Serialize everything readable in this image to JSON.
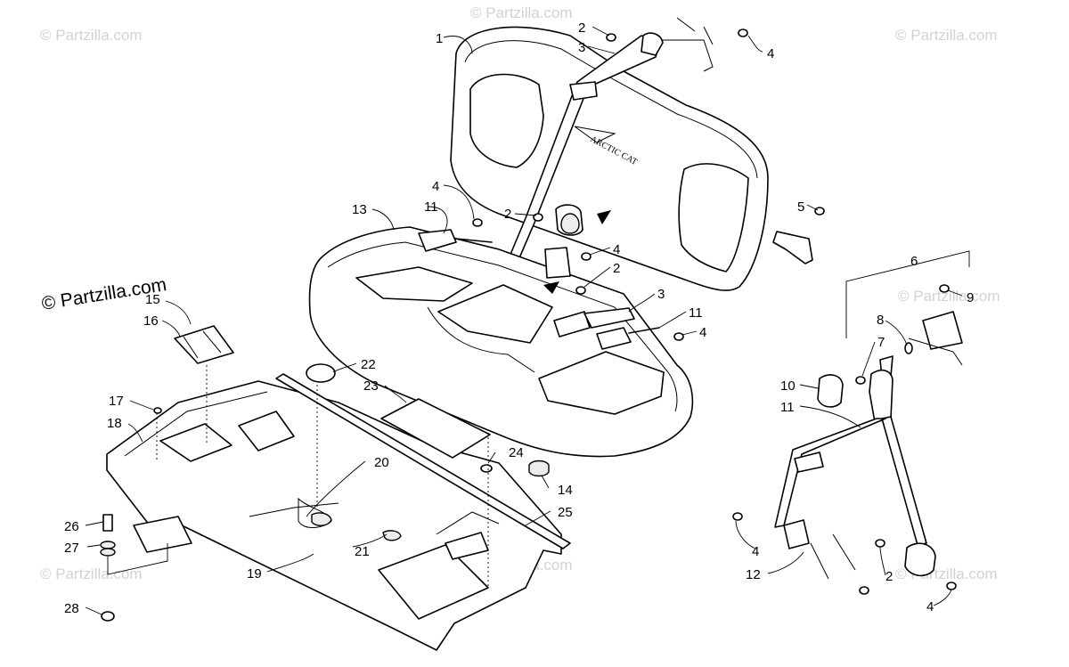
{
  "watermarks": {
    "text": "© Partzilla.com",
    "main": "© Partzilla.com"
  },
  "seat_logo": "ARCTIC CAT",
  "callouts": {
    "c1": "1",
    "c2a": "2",
    "c3a": "3",
    "c4a": "4",
    "c4b": "4",
    "c11a": "11",
    "c2b": "2",
    "c13": "13",
    "c4c": "4",
    "c2c": "2",
    "c5": "5",
    "c3b": "3",
    "c11b": "11",
    "c4d": "4",
    "c6": "6",
    "c9": "9",
    "c8": "8",
    "c7": "7",
    "c10": "10",
    "c11c": "11",
    "c4e": "4",
    "c12": "12",
    "c2d": "2",
    "c4f": "4",
    "c15": "15",
    "c16": "16",
    "c22": "22",
    "c23": "23",
    "c17": "17",
    "c18": "18",
    "c24": "24",
    "c20": "20",
    "c14": "14",
    "c25": "25",
    "c26": "26",
    "c27": "27",
    "c21": "21",
    "c19": "19",
    "c28": "28"
  }
}
